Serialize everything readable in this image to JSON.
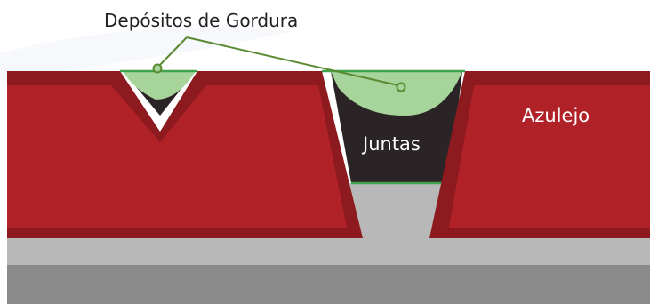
{
  "labels": {
    "grease_deposits": "Depósitos de Gordura",
    "joints": "Juntas",
    "tile": "Azulejo"
  },
  "colors": {
    "tile_red": "#b02228",
    "tile_border": "#8c1a1e",
    "grout_dark": "#2b2426",
    "grease_green": "#a6d49a",
    "grease_line": "#3fa34d",
    "leader_line": "#5a8a32",
    "substrate_light": "#b8b8b8",
    "substrate_dark": "#8a8a8a"
  }
}
